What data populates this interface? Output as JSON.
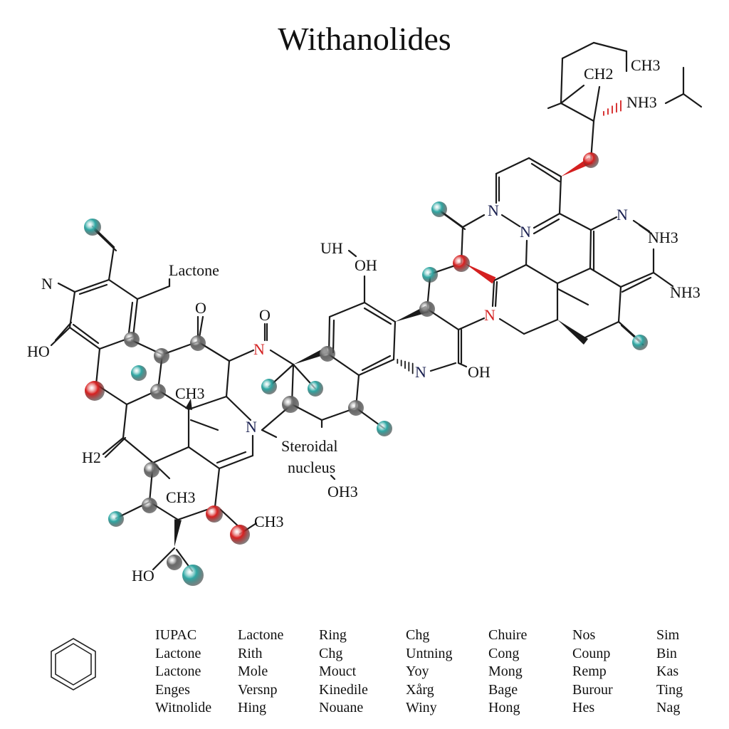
{
  "title": "Withanolides",
  "labels": {
    "lactone": "Lactone",
    "steroidal": "Steroidal",
    "nucleus": "nucleus",
    "n_left": "N",
    "ho_left": "HO",
    "h2_left": "H2",
    "o_top1": "O",
    "o_top2": "O",
    "n_red_mid": "N",
    "ch3_a": "CH3",
    "n_mid": "N",
    "ch3_b": "CH3",
    "ch3_c": "CH3",
    "ho_bottom": "HO",
    "oh3": "OH3",
    "uh": "UH",
    "oh_top": "OH",
    "n_hash": "N",
    "oh_right": "OH",
    "n_red_right": "N",
    "n_a": "N",
    "n_b": "N",
    "n_c": "N",
    "nh3_a": "NH3",
    "nh3_b": "NH3",
    "nh3_top": "NH3",
    "ch2": "CH2",
    "ch3_top": "CH3"
  },
  "colors": {
    "carbon": "#6a6a6a",
    "hydrogen": "#2fa8a4",
    "oxygen": "#d82020",
    "bond": "#1a1a1a"
  },
  "table": {
    "columns": [
      [
        "IUPAC",
        "Lactone",
        "Lactone",
        "Enges",
        "Witnolide"
      ],
      [
        "Lactone",
        "Rith",
        "Mole",
        "Versnp",
        "Hing"
      ],
      [
        "Ring",
        "Chg",
        "Mouct",
        "Kinedile",
        "Nouane"
      ],
      [
        "Chg",
        "Untning",
        "Yoy",
        "Xårg",
        "Winy"
      ],
      [
        "Chuire",
        "Cong",
        "Mong",
        "Bage",
        "Hong"
      ],
      [
        "Nos",
        "Counp",
        "Remp",
        "Burour",
        "Hes"
      ],
      [
        "Sim",
        "Bin",
        "Kas",
        "Ting",
        "Nag"
      ]
    ]
  }
}
